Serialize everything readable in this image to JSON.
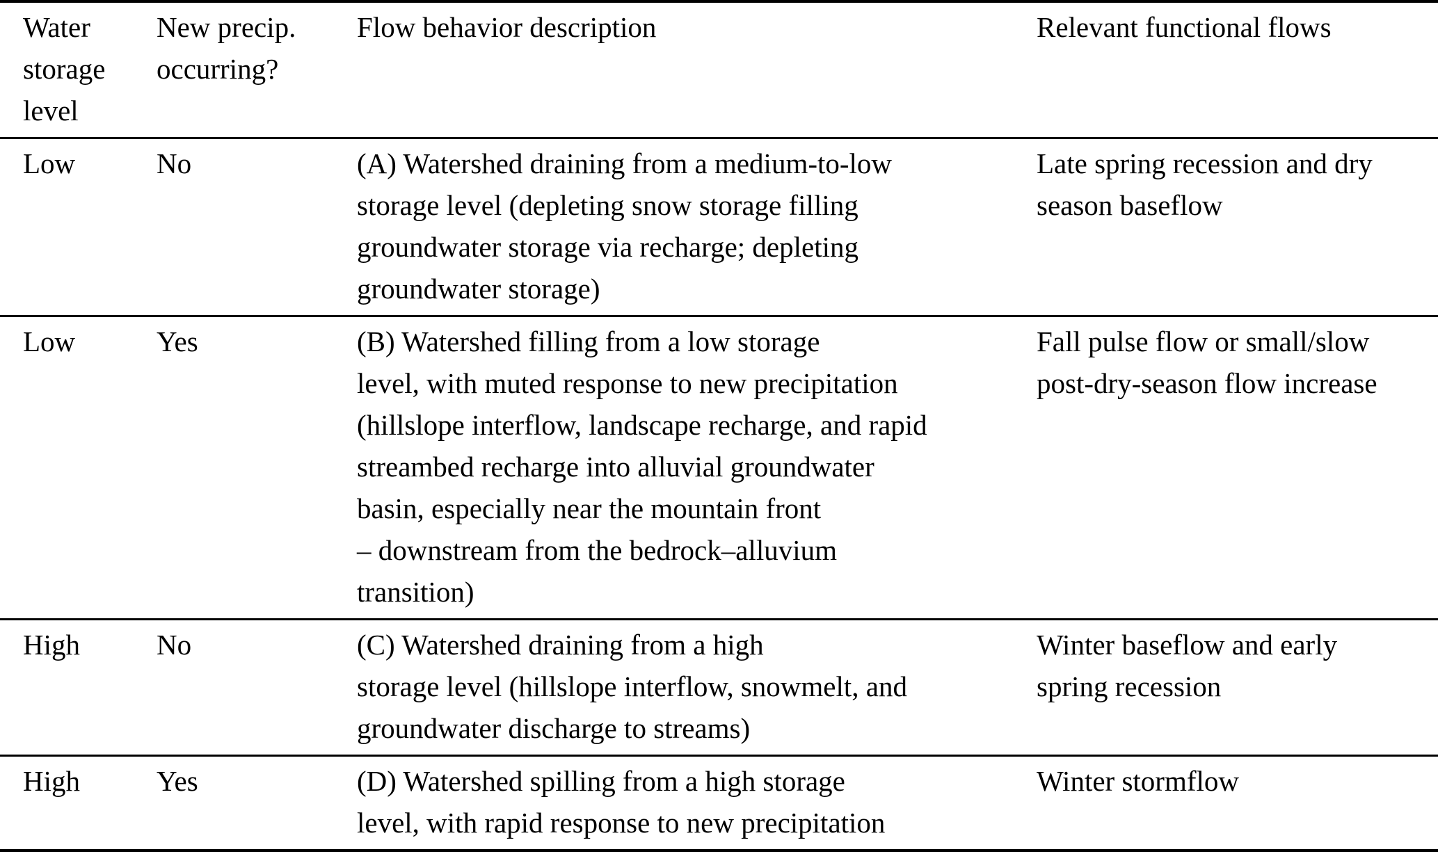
{
  "table": {
    "columns": [
      {
        "label": "Water\nstorage\nlevel"
      },
      {
        "label": "New precip.\noccurring?"
      },
      {
        "label": "Flow behavior description"
      },
      {
        "label": "Relevant functional flows"
      }
    ],
    "rows": [
      {
        "storage": "Low",
        "precip": "No",
        "description": "(A) Watershed draining from a medium-to-low\nstorage level (depleting snow storage filling\ngroundwater storage via recharge; depleting\ngroundwater storage)",
        "flows": "Late spring recession and dry\nseason baseflow"
      },
      {
        "storage": "Low",
        "precip": "Yes",
        "description": "(B) Watershed filling from a low storage\nlevel, with muted response to new precipitation\n(hillslope interflow, landscape recharge, and rapid\nstreambed recharge into alluvial groundwater\nbasin, especially near the mountain front\n– downstream from the bedrock–alluvium\ntransition)",
        "flows": "Fall pulse flow or small/slow\npost-dry-season flow increase"
      },
      {
        "storage": "High",
        "precip": "No",
        "description": "(C) Watershed draining from a high\nstorage level (hillslope interflow, snowmelt, and\ngroundwater discharge to streams)",
        "flows": "Winter baseflow and early\nspring recession"
      },
      {
        "storage": "High",
        "precip": "Yes",
        "description": "(D) Watershed spilling from a high storage\nlevel, with rapid response to new precipitation",
        "flows": "Winter stormflow"
      }
    ],
    "colors": {
      "text": "#000000",
      "background": "#ffffff",
      "rule": "#000000"
    }
  }
}
